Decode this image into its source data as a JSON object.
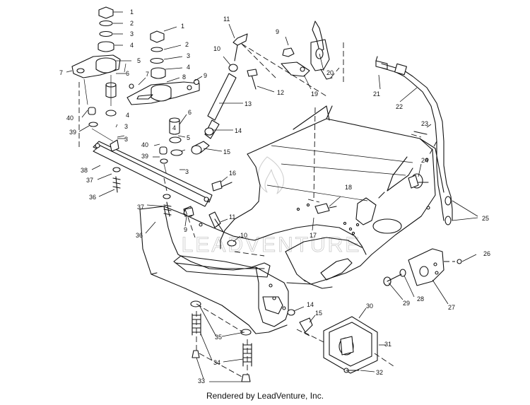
{
  "footer": "Rendered by LeadVenture, Inc.",
  "watermark": "LEADVENTURE",
  "callouts": [
    {
      "n": "1"
    },
    {
      "n": "2"
    },
    {
      "n": "3"
    },
    {
      "n": "4"
    },
    {
      "n": "5"
    },
    {
      "n": "6"
    },
    {
      "n": "7"
    },
    {
      "n": "1"
    },
    {
      "n": "2"
    },
    {
      "n": "3"
    },
    {
      "n": "4"
    },
    {
      "n": "7"
    },
    {
      "n": "8"
    },
    {
      "n": "9"
    },
    {
      "n": "6"
    },
    {
      "n": "4"
    },
    {
      "n": "3"
    },
    {
      "n": "4"
    },
    {
      "n": "5"
    },
    {
      "n": "40"
    },
    {
      "n": "39"
    },
    {
      "n": "3"
    },
    {
      "n": "40"
    },
    {
      "n": "39"
    },
    {
      "n": "3"
    },
    {
      "n": "38"
    },
    {
      "n": "37"
    },
    {
      "n": "36"
    },
    {
      "n": "11"
    },
    {
      "n": "10"
    },
    {
      "n": "12"
    },
    {
      "n": "13"
    },
    {
      "n": "14"
    },
    {
      "n": "15"
    },
    {
      "n": "16"
    },
    {
      "n": "9"
    },
    {
      "n": "20"
    },
    {
      "n": "19"
    },
    {
      "n": "21"
    },
    {
      "n": "22"
    },
    {
      "n": "23"
    },
    {
      "n": "24"
    },
    {
      "n": "18"
    },
    {
      "n": "17"
    },
    {
      "n": "25"
    },
    {
      "n": "26"
    },
    {
      "n": "37"
    },
    {
      "n": "36"
    },
    {
      "n": "9"
    },
    {
      "n": "11"
    },
    {
      "n": "10"
    },
    {
      "n": "14"
    },
    {
      "n": "15"
    },
    {
      "n": "29"
    },
    {
      "n": "28"
    },
    {
      "n": "27"
    },
    {
      "n": "30"
    },
    {
      "n": "31"
    },
    {
      "n": "32"
    },
    {
      "n": "35"
    },
    {
      "n": "34"
    },
    {
      "n": "33"
    }
  ]
}
